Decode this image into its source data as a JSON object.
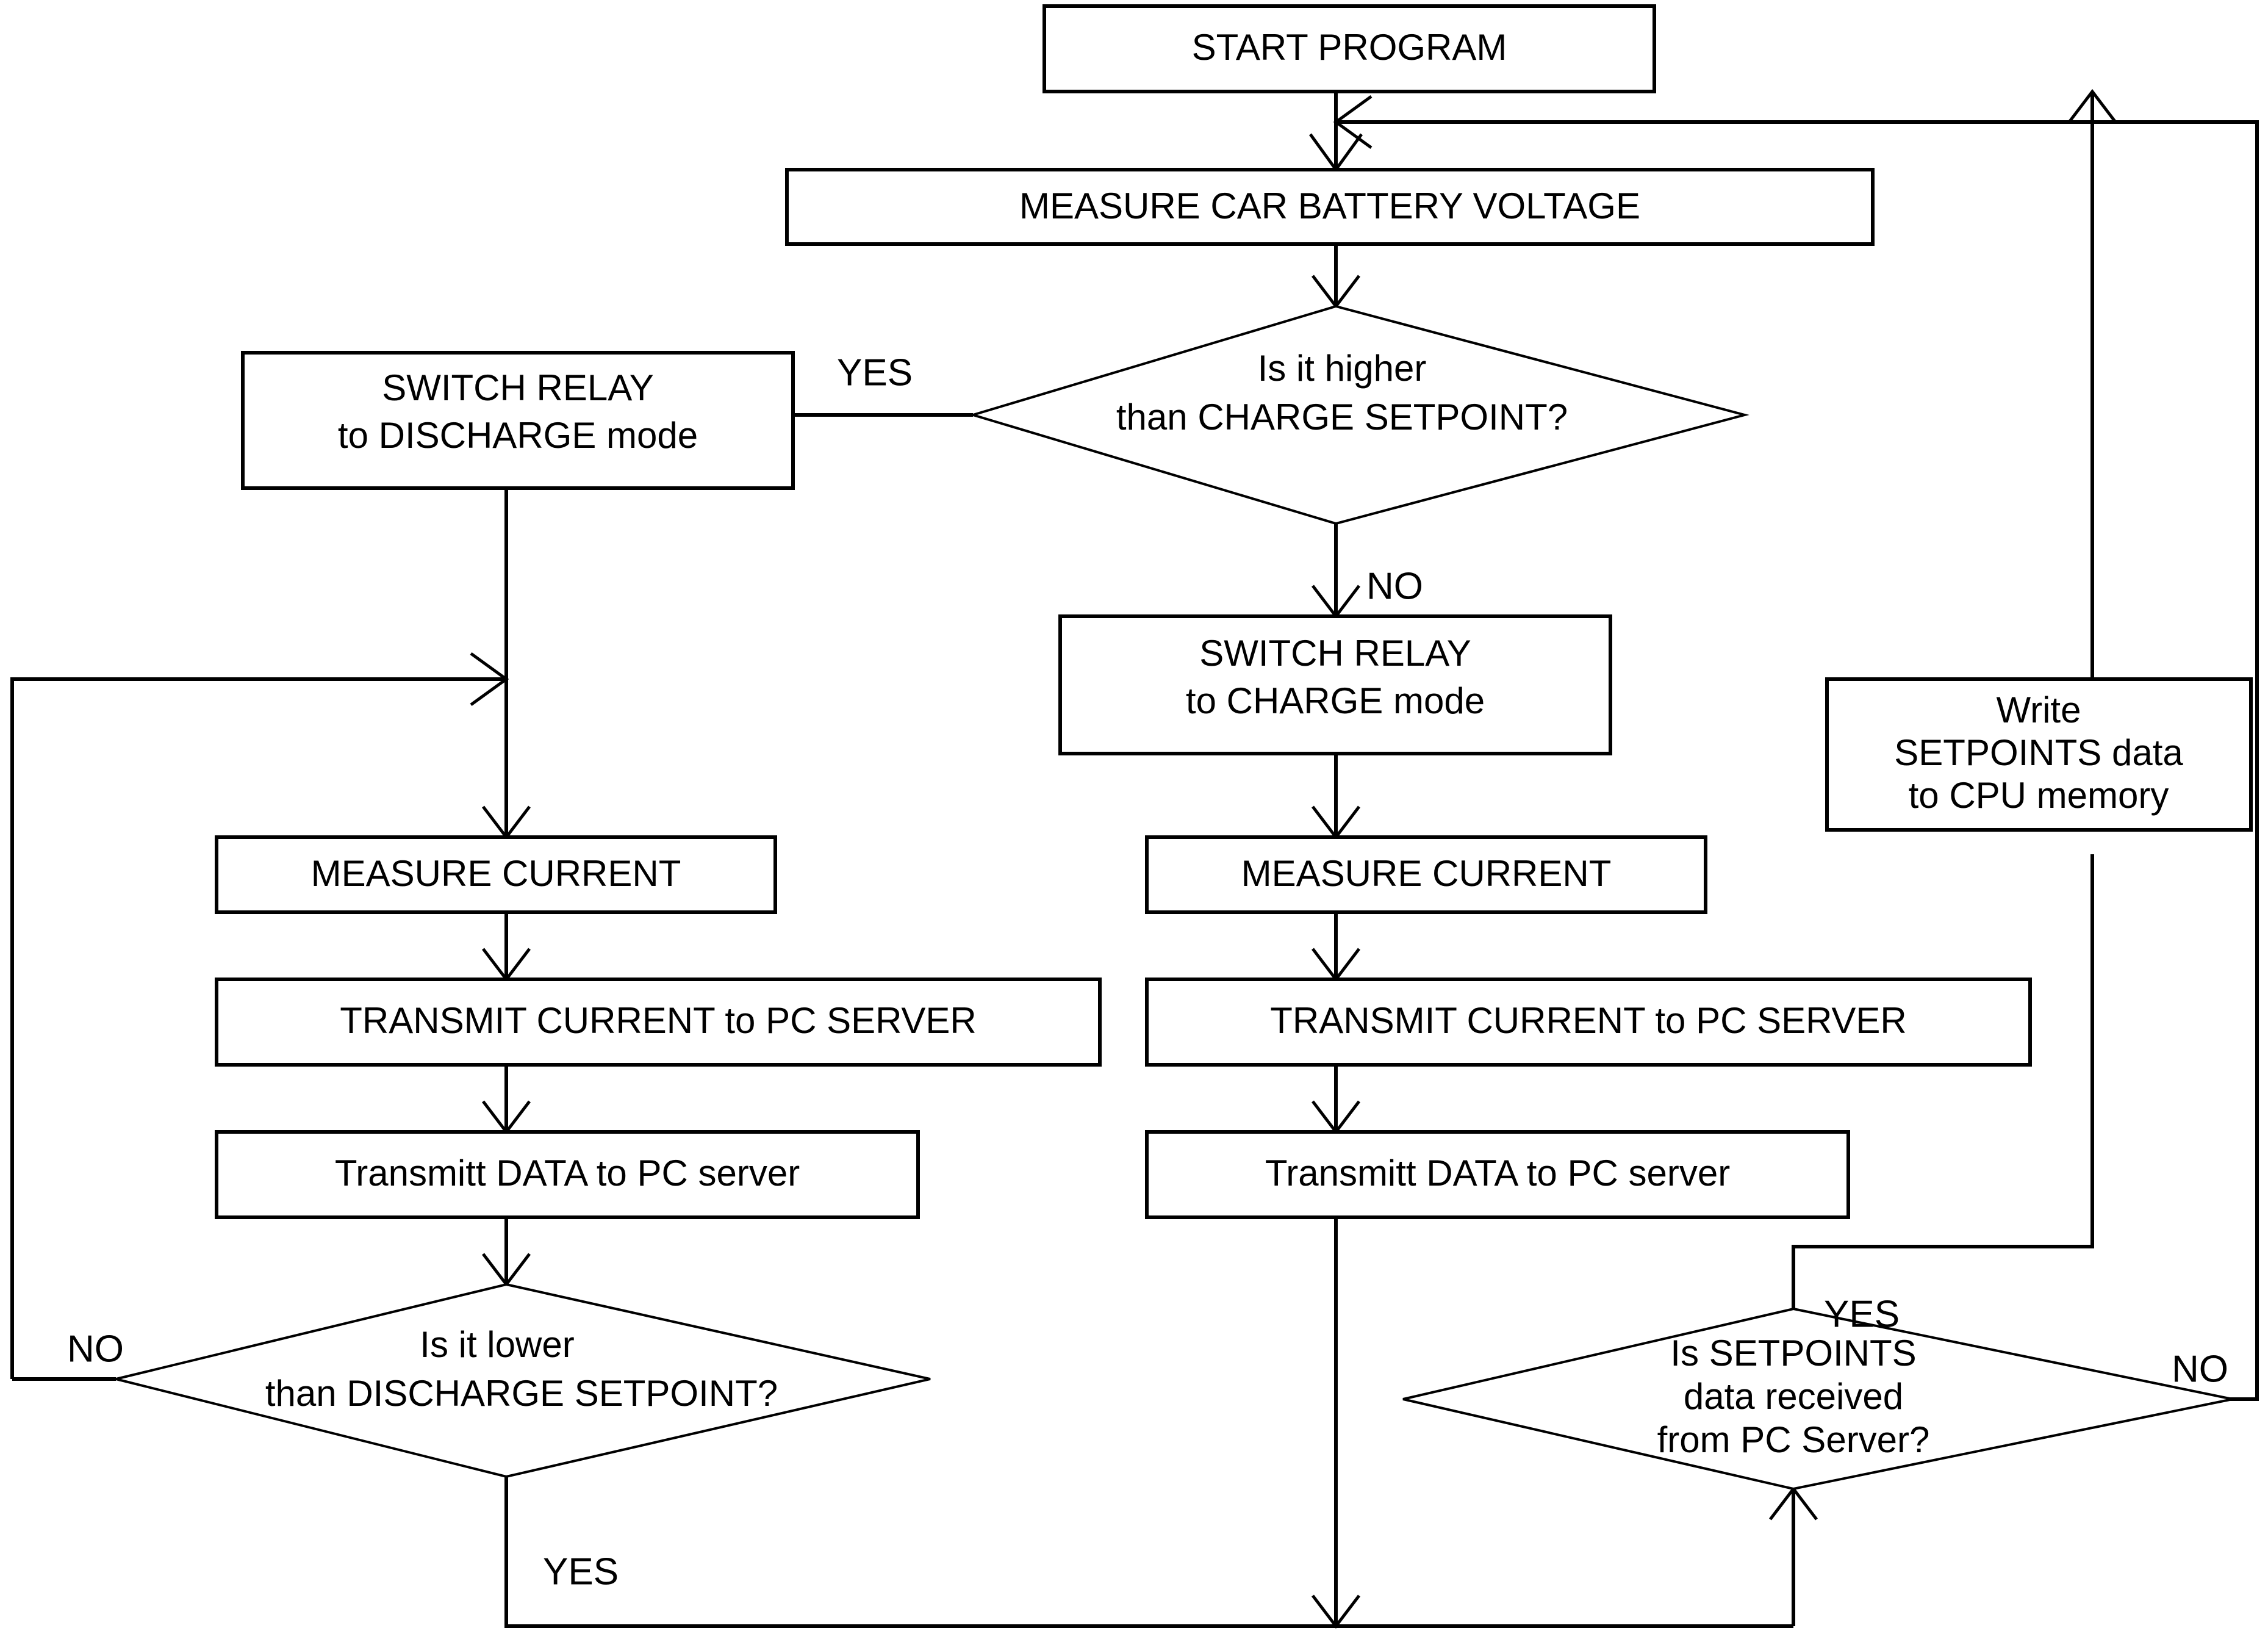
{
  "diagram": {
    "type": "flowchart",
    "title": "Car battery charge/discharge control program flowchart",
    "background_color": "#ffffff",
    "line_color": "#000000",
    "nodes": {
      "start_program": {
        "shape": "process",
        "label": "START PROGRAM"
      },
      "measure_voltage": {
        "shape": "process",
        "label": "MEASURE CAR BATTERY VOLTAGE"
      },
      "decision_charge": {
        "shape": "decision",
        "label_line1": "Is it higher",
        "label_line2": "than CHARGE SETPOINT?"
      },
      "switch_discharge": {
        "shape": "process",
        "label_line1": "SWITCH RELAY",
        "label_line2": "to DISCHARGE mode"
      },
      "switch_charge": {
        "shape": "process",
        "label_line1": "SWITCH RELAY",
        "label_line2": "to CHARGE mode"
      },
      "write_setpoints": {
        "shape": "process",
        "label_line1": "Write",
        "label_line2": "SETPOINTS data",
        "label_line3": "to CPU memory"
      },
      "measure_current_left": {
        "shape": "process",
        "label": "MEASURE CURRENT"
      },
      "measure_current_right": {
        "shape": "process",
        "label": "MEASURE CURRENT"
      },
      "transmit_current_left": {
        "shape": "process",
        "label": "TRANSMIT CURRENT to PC SERVER"
      },
      "transmit_current_right": {
        "shape": "process",
        "label": "TRANSMIT CURRENT to PC SERVER"
      },
      "transmit_data_left": {
        "shape": "process",
        "label": "Transmitt DATA to PC server"
      },
      "transmit_data_right": {
        "shape": "process",
        "label": "Transmitt DATA to PC server"
      },
      "decision_discharge": {
        "shape": "decision",
        "label_line1": "Is it lower",
        "label_line2": "than DISCHARGE SETPOINT?"
      },
      "decision_setpoints": {
        "shape": "decision",
        "label_line1": "Is SETPOINTS",
        "label_line2": "data received",
        "label_line3": "from PC Server?"
      }
    },
    "edge_labels": {
      "charge_yes": "YES",
      "charge_no": "NO",
      "discharge_no": "NO",
      "discharge_yes": "YES",
      "setpoints_yes": "YES",
      "setpoints_no": "NO"
    }
  }
}
